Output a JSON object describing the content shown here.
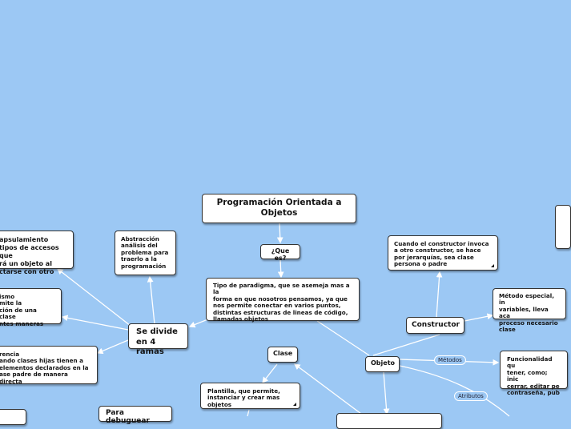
{
  "nodes": {
    "main_title": "Programación Orientada a\nObjetos",
    "que_es": "¿Que es?",
    "definicion": "Tipo de paradigma, que se asemeja mas a la\nforma en que nosotros pensamos, ya que\nnos permite conectar en varios puntos,\ndistintas estructuras de lineas de código,\nllamadas objetos",
    "abstraccion": "Abstracción\nanálisis del\nproblema para\ntraerlo a la\nprogramación",
    "encapsulamiento": "apsulamiento\ntipos de accesos que\nrá un objeto al\nctarse con otro",
    "polimorfismo": "ismo\nmite la\nción de una clase\nntes maneras",
    "herencia": "rencia\nando clases hijas tienen a\n elementos declarados en la\nase padre de manera directa",
    "se_divide": "Se divide\nen 4 ramas",
    "constructor_desc": "Cuando el constructor invoca\na otro constructor, se hace\npor jerarquías, sea clase\npersona o padre",
    "constructor": "Constructor",
    "metodo_especial": "Método especial, in\nvariables, lleva aca\nproceso necesario\nclase",
    "objeto": "Objeto",
    "clase": "Clase",
    "plantilla": "Plantilla, que permite,\ninstanciar y crear mas\nobjetos",
    "funcionalidad": "Funcionalidad qu\ntener, como; inic\ncerrar, editar pe\ncontraseña, pub",
    "debuguear": "Para debuguear"
  },
  "edge_labels": {
    "metodos": "Métodos",
    "atributos": "Atributos"
  },
  "colors": {
    "background": "#9cc8f4",
    "line": "#ffffff",
    "node_fill": "#ffffff",
    "node_border": "#333333"
  }
}
